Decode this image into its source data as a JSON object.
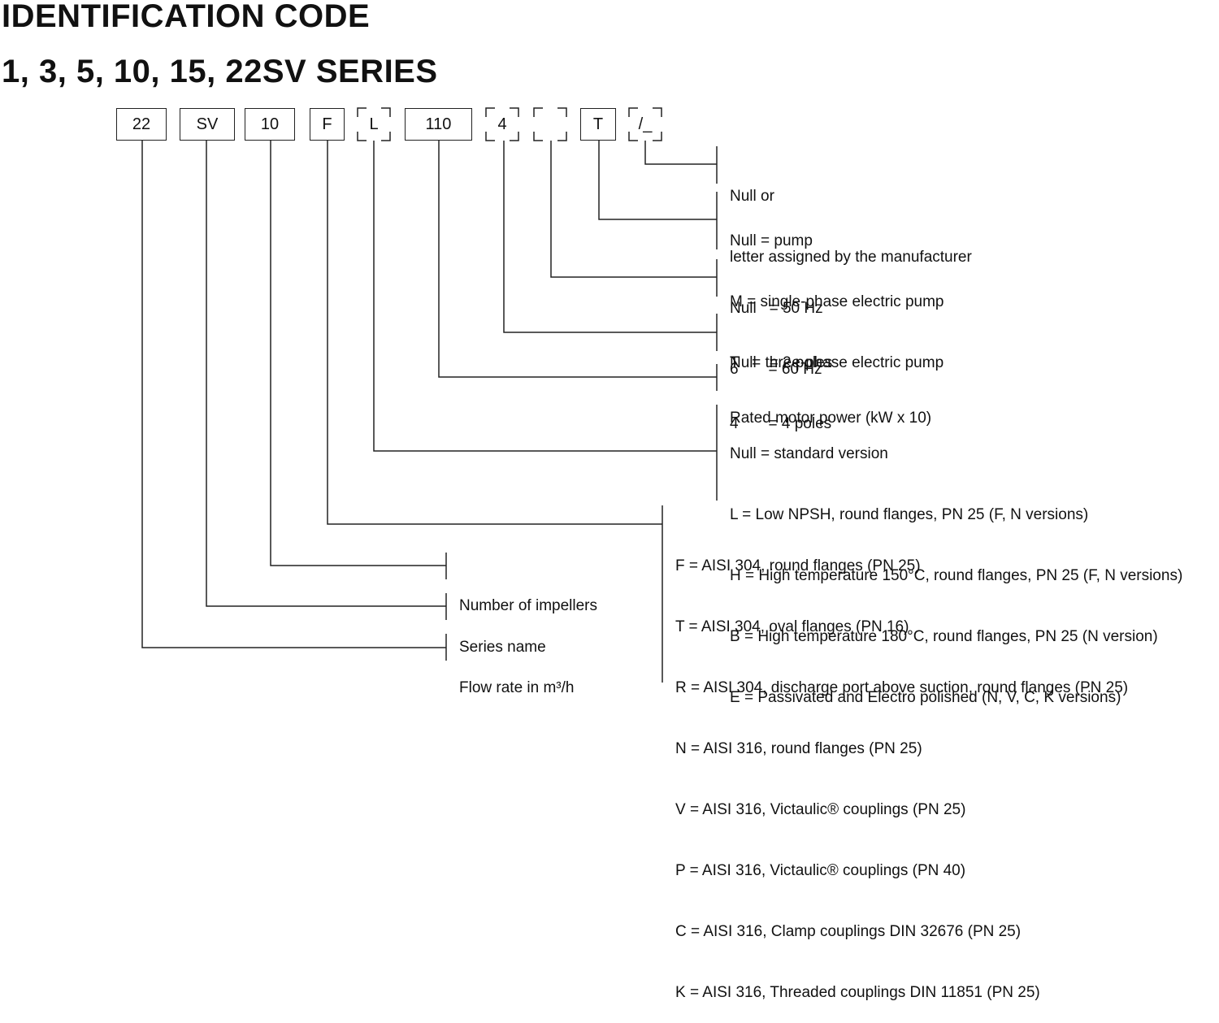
{
  "title": "IDENTIFICATION CODE",
  "subtitle": "1, 3, 5, 10, 15, 22SV SERIES",
  "code_boxes": [
    "22",
    "SV",
    "10",
    "F",
    "L",
    "110",
    "4",
    "",
    "T",
    "/_"
  ],
  "descriptions": {
    "manufacturer": [
      "Null or",
      "letter assigned by the manufacturer"
    ],
    "pump_type": [
      "Null = pump",
      "M = single-phase electric pump",
      "T   = three-phase electric pump"
    ],
    "frequency": [
      "Null   = 50 Hz",
      "6       = 60 Hz"
    ],
    "poles": [
      "Null   = 2 poles",
      "4       = 4 poles"
    ],
    "power": [
      "Rated motor power (kW x 10)"
    ],
    "version": [
      "Null = standard version",
      "L = Low NPSH, round flanges, PN 25 (F, N versions)",
      "H = High temperature 150°C, round flanges, PN 25 (F, N versions)",
      "B = High temperature 180°C, round flanges, PN 25 (N version)",
      "E = Passivated and Electro polished (N, V, C, K versions)"
    ],
    "material": [
      "F = AISI 304, round flanges (PN 25)",
      "T = AISI 304, oval flanges (PN 16)",
      "R = AISI 304, discharge port above suction, round flanges (PN 25)",
      "N = AISI 316, round flanges (PN 25)",
      "V = AISI 316, Victaulic® couplings (PN 25)",
      "P = AISI 316, Victaulic® couplings (PN 40)",
      "C = AISI 316, Clamp couplings DIN 32676 (PN 25)",
      "K = AISI 316, Threaded couplings DIN 11851 (PN 25)"
    ],
    "impellers": [
      "Number of impellers"
    ],
    "series": [
      "Series name"
    ],
    "flow": [
      "Flow rate in m³/h"
    ]
  }
}
